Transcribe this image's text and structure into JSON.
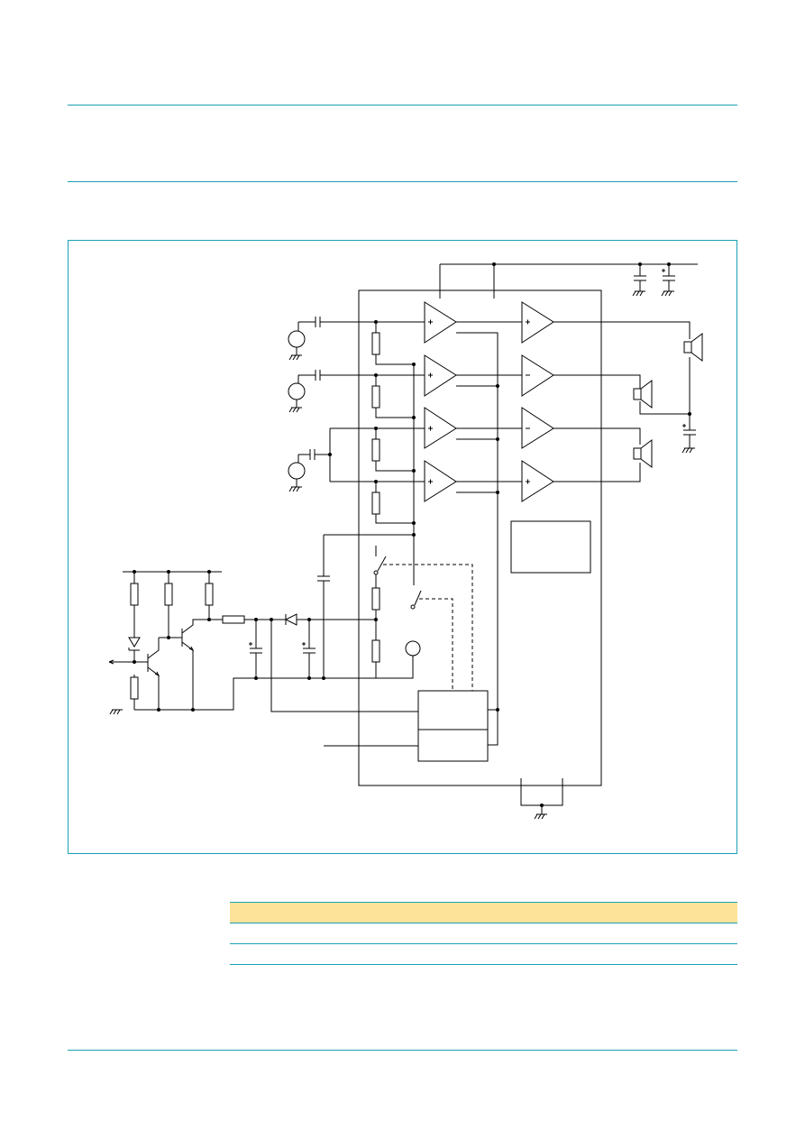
{
  "page": {
    "accent_color": "#1aa0b4",
    "table_header_color": "#fde39a"
  },
  "figure": {
    "type": "application circuit diagram",
    "components": [
      "amplifier-triangle",
      "resistor",
      "capacitor",
      "electrolytic-capacitor",
      "diode",
      "zener-diode",
      "npn-transistor",
      "switch",
      "loudspeaker",
      "signal-source",
      "ground"
    ]
  },
  "table": {
    "header": [],
    "rows": [
      [],
      []
    ]
  }
}
